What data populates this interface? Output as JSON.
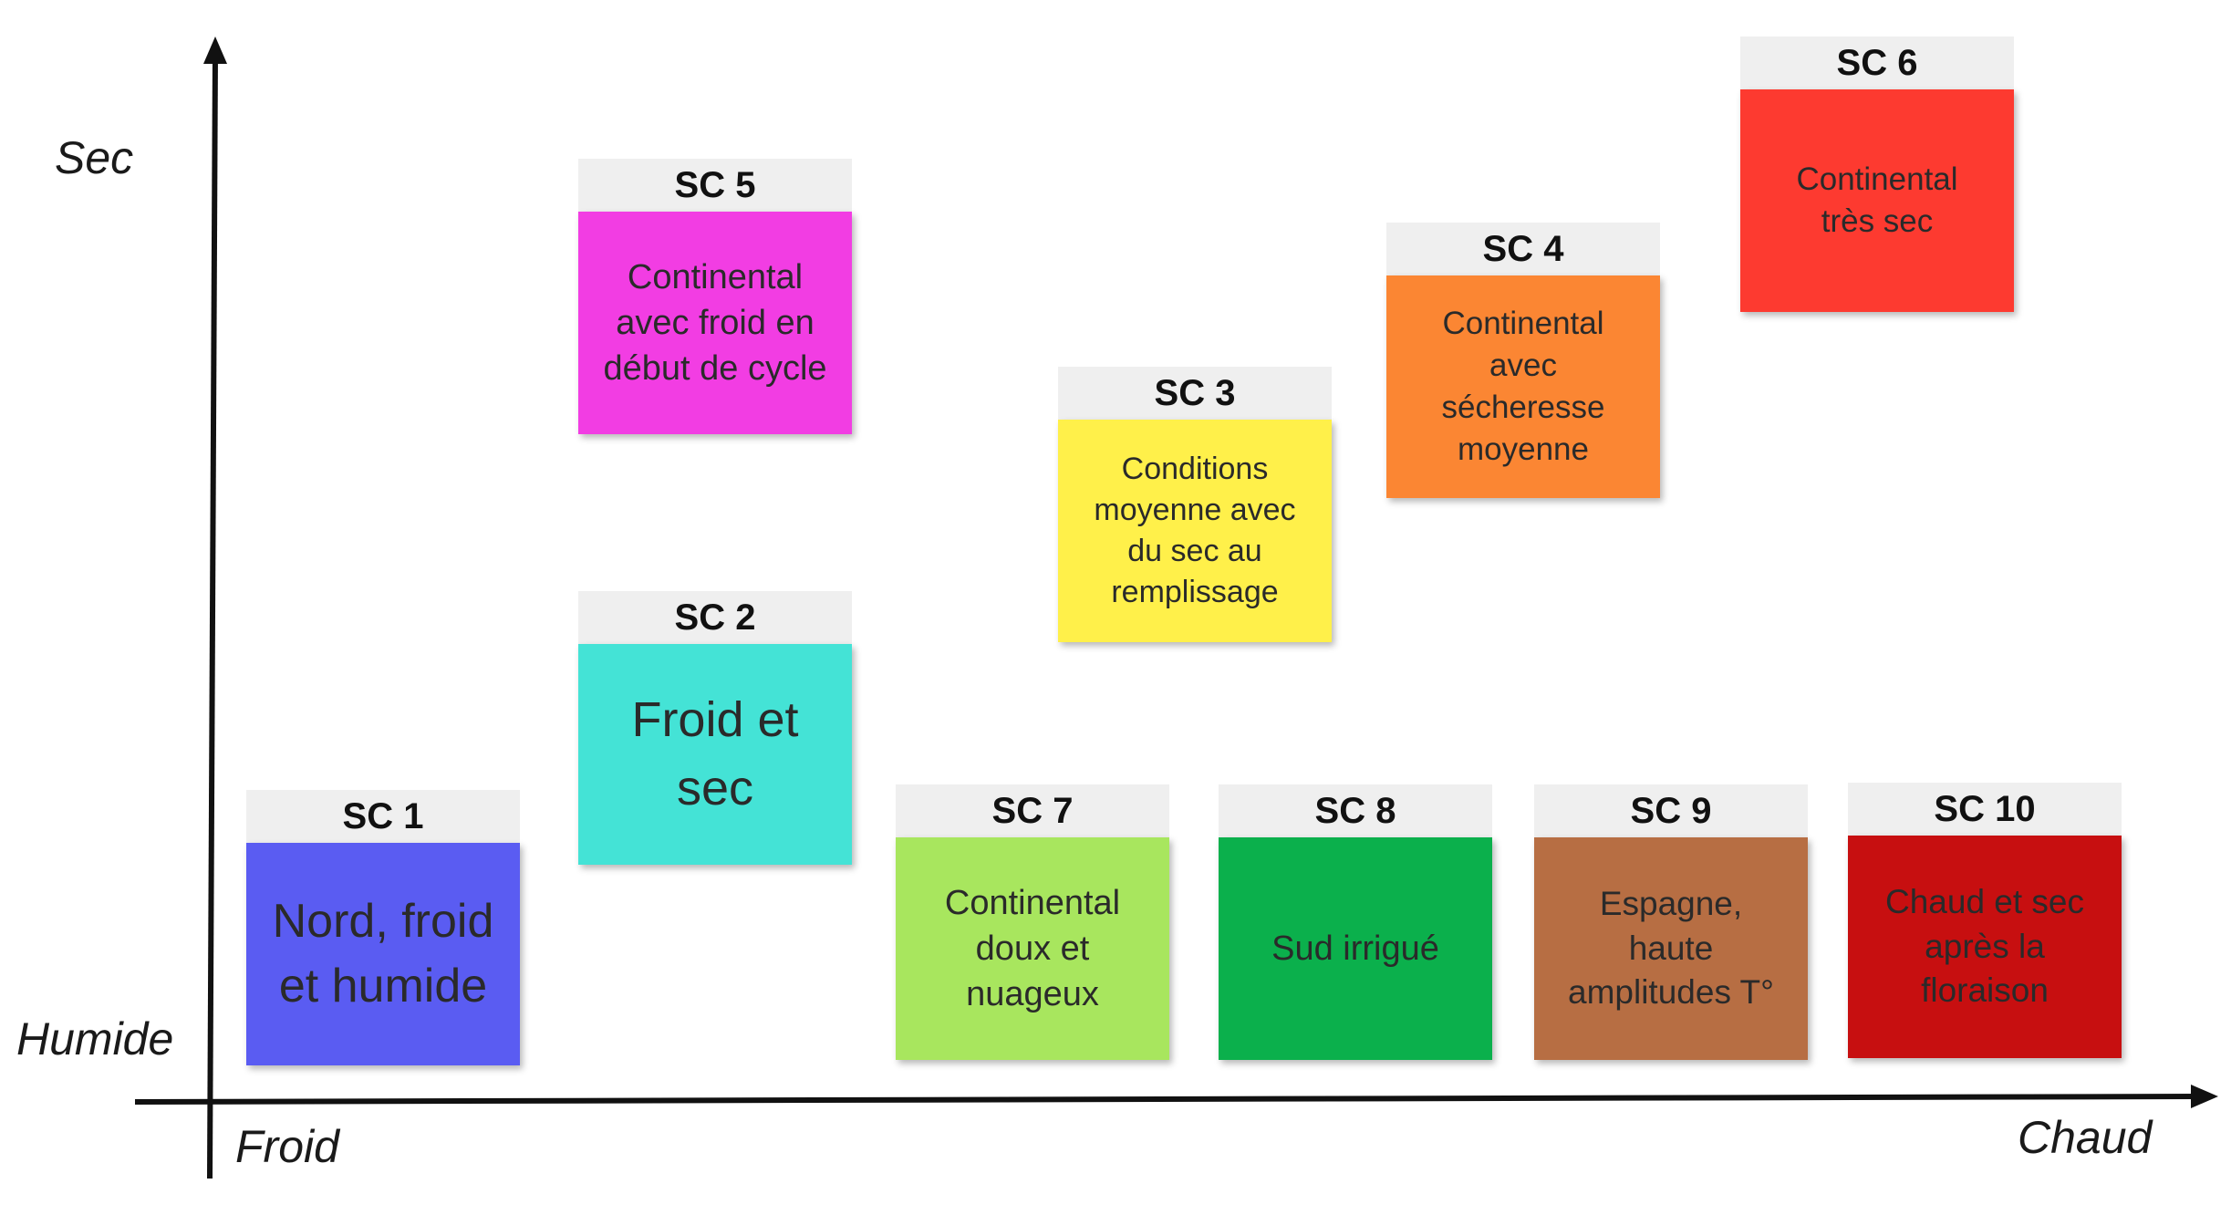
{
  "axes": {
    "y_top_label": "Sec",
    "y_bottom_label": "Humide",
    "x_left_label": "Froid",
    "x_right_label": "Chaud"
  },
  "scenarios": [
    {
      "id": "sc1",
      "title": "SC 1",
      "text": "Nord, froid et humide",
      "color": "#5a5cf2"
    },
    {
      "id": "sc2",
      "title": "SC 2",
      "text": "Froid et sec",
      "color": "#44e3d6"
    },
    {
      "id": "sc3",
      "title": "SC 3",
      "text": "Conditions moyenne avec du sec au remplissage",
      "color": "#fff04a"
    },
    {
      "id": "sc4",
      "title": "SC 4",
      "text": "Continental avec sécheresse moyenne",
      "color": "#fb8633"
    },
    {
      "id": "sc5",
      "title": "SC 5",
      "text": "Continental avec froid en début de cycle",
      "color": "#f23de3"
    },
    {
      "id": "sc6",
      "title": "SC 6",
      "text": "Continental très sec",
      "color": "#fd3a30"
    },
    {
      "id": "sc7",
      "title": "SC 7",
      "text": "Continental doux et nuageux",
      "color": "#a8e65e"
    },
    {
      "id": "sc8",
      "title": "SC 8",
      "text": "Sud irrigué",
      "color": "#0bb04c"
    },
    {
      "id": "sc9",
      "title": "SC 9",
      "text": "Espagne, haute amplitudes T°",
      "color": "#b76e43"
    },
    {
      "id": "sc10",
      "title": "SC 10",
      "text": "Chaud et sec après la floraison",
      "color": "#c70f10"
    }
  ]
}
